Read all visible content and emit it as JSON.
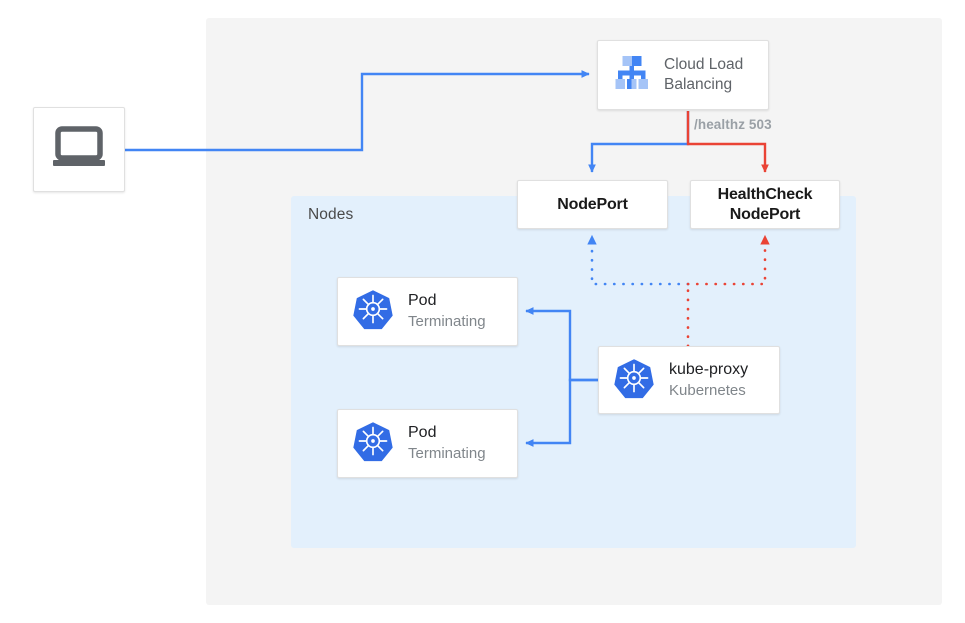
{
  "diagram": {
    "title": "Kubernetes NodePort health check failover diagram",
    "colors": {
      "blue": "#4285f4",
      "red": "#ea4335",
      "panel_gray": "#f4f4f4",
      "panel_blue": "#e3f0fc",
      "icon_gray": "#5f6368",
      "k8s_blue": "#326ce5"
    },
    "regions": {
      "nodes_label": "Nodes"
    },
    "nodes": {
      "client": {
        "icon": "laptop-icon"
      },
      "cloud_load_balancing": {
        "icon": "cloud-load-balancing-icon",
        "line1": "Cloud Load",
        "line2": "Balancing"
      },
      "nodeport": {
        "label": "NodePort"
      },
      "healthcheck_nodeport": {
        "line1": "HealthCheck",
        "line2": "NodePort"
      },
      "pod_1": {
        "icon": "kubernetes-icon",
        "title": "Pod",
        "status": "Terminating"
      },
      "pod_2": {
        "icon": "kubernetes-icon",
        "title": "Pod",
        "status": "Terminating"
      },
      "kube_proxy": {
        "icon": "kubernetes-icon",
        "title": "kube-proxy",
        "subtitle": "Kubernetes"
      }
    },
    "edges": {
      "healthz_label": "/healthz 503"
    }
  }
}
